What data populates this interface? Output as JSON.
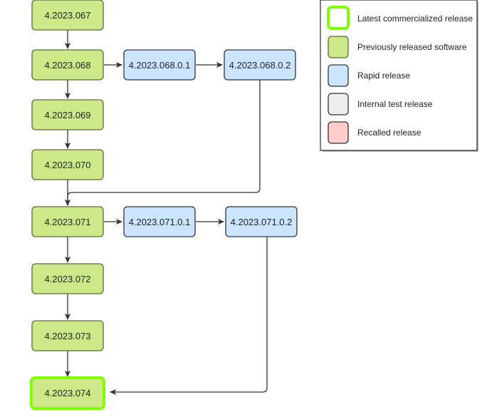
{
  "colors": {
    "previous_fill": "#cde889",
    "previous_stroke": "#5a6b3a",
    "rapid_fill": "#cce5ff",
    "rapid_stroke": "#333333",
    "internal_fill": "#eeeeee",
    "recalled_fill": "#ffcccc",
    "latest_stroke": "#80ff00",
    "edge": "#333333"
  },
  "nodes": {
    "n067": "4.2023.067",
    "n068": "4.2023.068",
    "n069": "4.2023.069",
    "n070": "4.2023.070",
    "n071": "4.2023.071",
    "n072": "4.2023.072",
    "n073": "4.2023.073",
    "n074": "4.2023.074",
    "n068_1": "4.2023.068.0.1",
    "n068_2": "4.2023.068.0.2",
    "n071_1": "4.2023.071.0.1",
    "n071_2": "4.2023.071.0.2"
  },
  "legend": {
    "latest": "Latest commercialized release",
    "previous": "Previously released software",
    "rapid": "Rapid release",
    "internal": "Internal test release",
    "recalled": "Recalled release"
  }
}
